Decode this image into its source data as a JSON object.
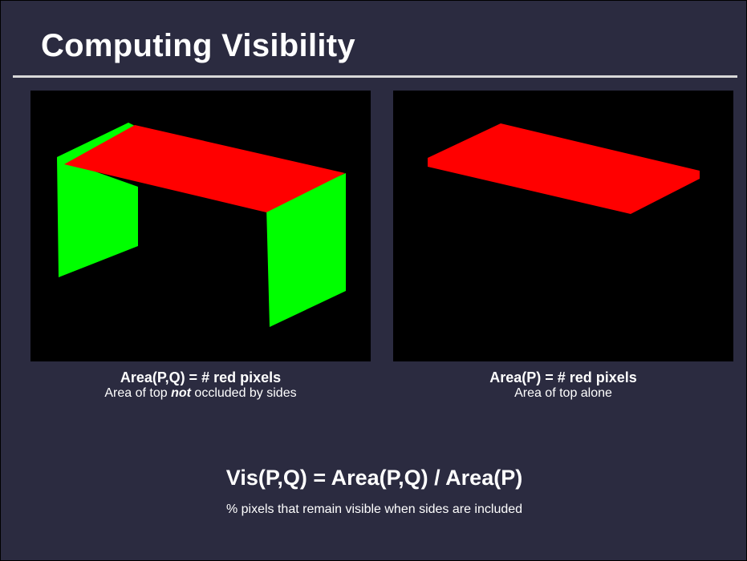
{
  "slide": {
    "title": "Computing Visibility",
    "colors": {
      "background": "#2b2b40",
      "occluder": "#00ff00",
      "visible": "#ff0000",
      "render_background": "#000000"
    },
    "left": {
      "caption_main": "Area(P,Q) = # red pixels",
      "caption_sub_pre": "Area of top ",
      "caption_sub_emph": "not",
      "caption_sub_post": " occluded by sides"
    },
    "right": {
      "caption_main": "Area(P) = # red pixels",
      "caption_sub": "Area of top alone"
    },
    "formula": "Vis(P,Q) = Area(P,Q) / Area(P)",
    "formula_caption": "% pixels that remain visible when sides are included"
  }
}
